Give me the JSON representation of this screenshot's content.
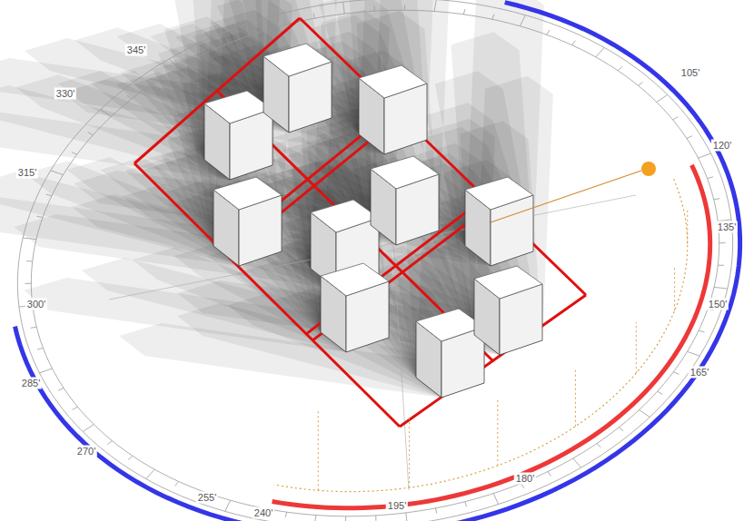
{
  "diagram": {
    "labels": [
      "345'",
      "330'",
      "315'",
      "300'",
      "285'",
      "270'",
      "255'",
      "240'",
      "195'",
      "180'",
      "165'",
      "150'",
      "135'",
      "120'",
      "105'"
    ]
  }
}
